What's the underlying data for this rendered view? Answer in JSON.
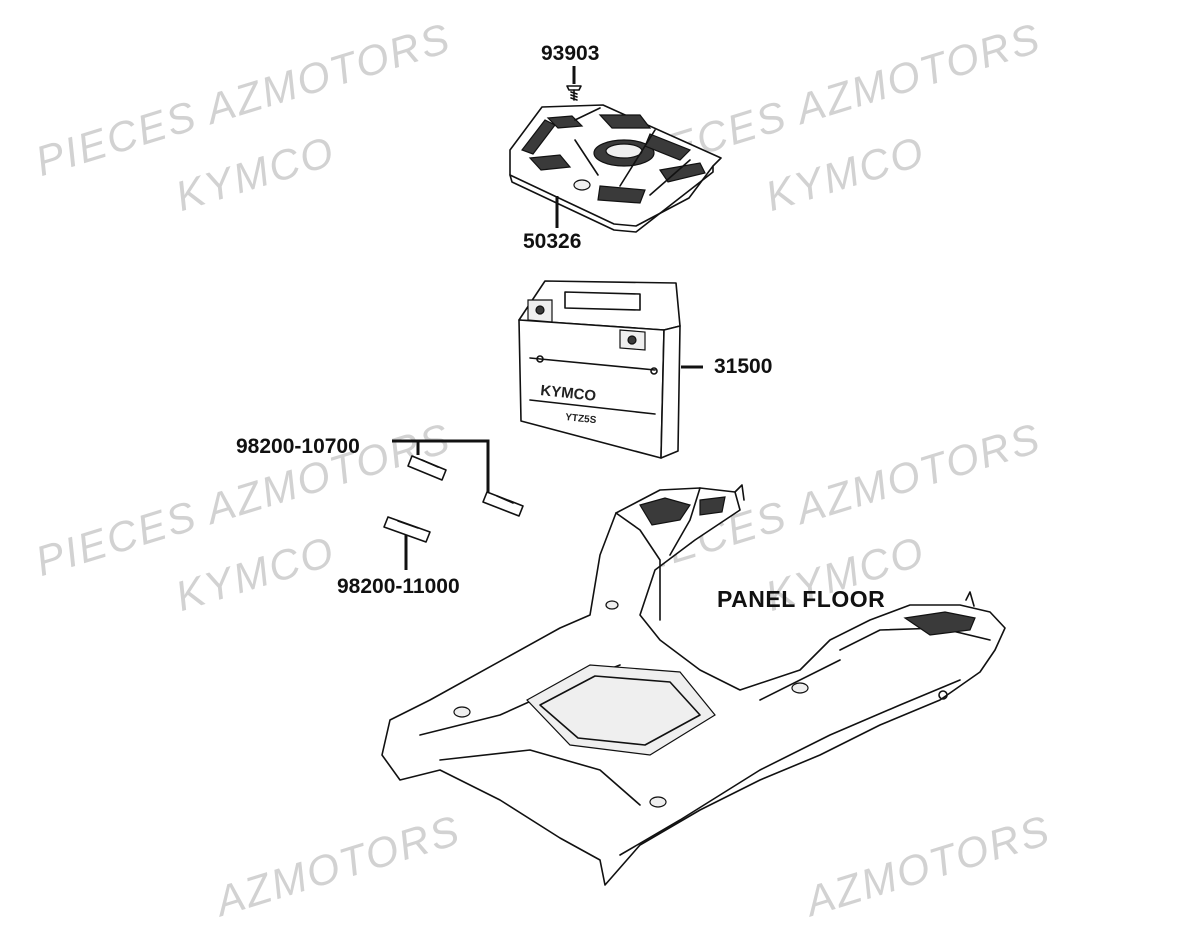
{
  "watermarks": {
    "w1": "PIECES AZMOTORS",
    "w2": "KYMCO",
    "w3": "PIECES AZMOTORS",
    "w4": "KYMCO",
    "w5": "PIECES AZMOTORS",
    "w6": "KYMCO",
    "w7": "PIECES AZMOTORS",
    "w8": "KYMCO",
    "w9": "AZMOTORS",
    "w10": "AZMOTORS"
  },
  "callouts": {
    "screw": "93903",
    "cover": "50326",
    "battery": "31500",
    "fuse_a": "98200-10700",
    "fuse_b": "98200-11000"
  },
  "panel_label": "PANEL FLOOR",
  "battery_print": {
    "brand": "KYMCO",
    "model": "YTZ5S"
  }
}
